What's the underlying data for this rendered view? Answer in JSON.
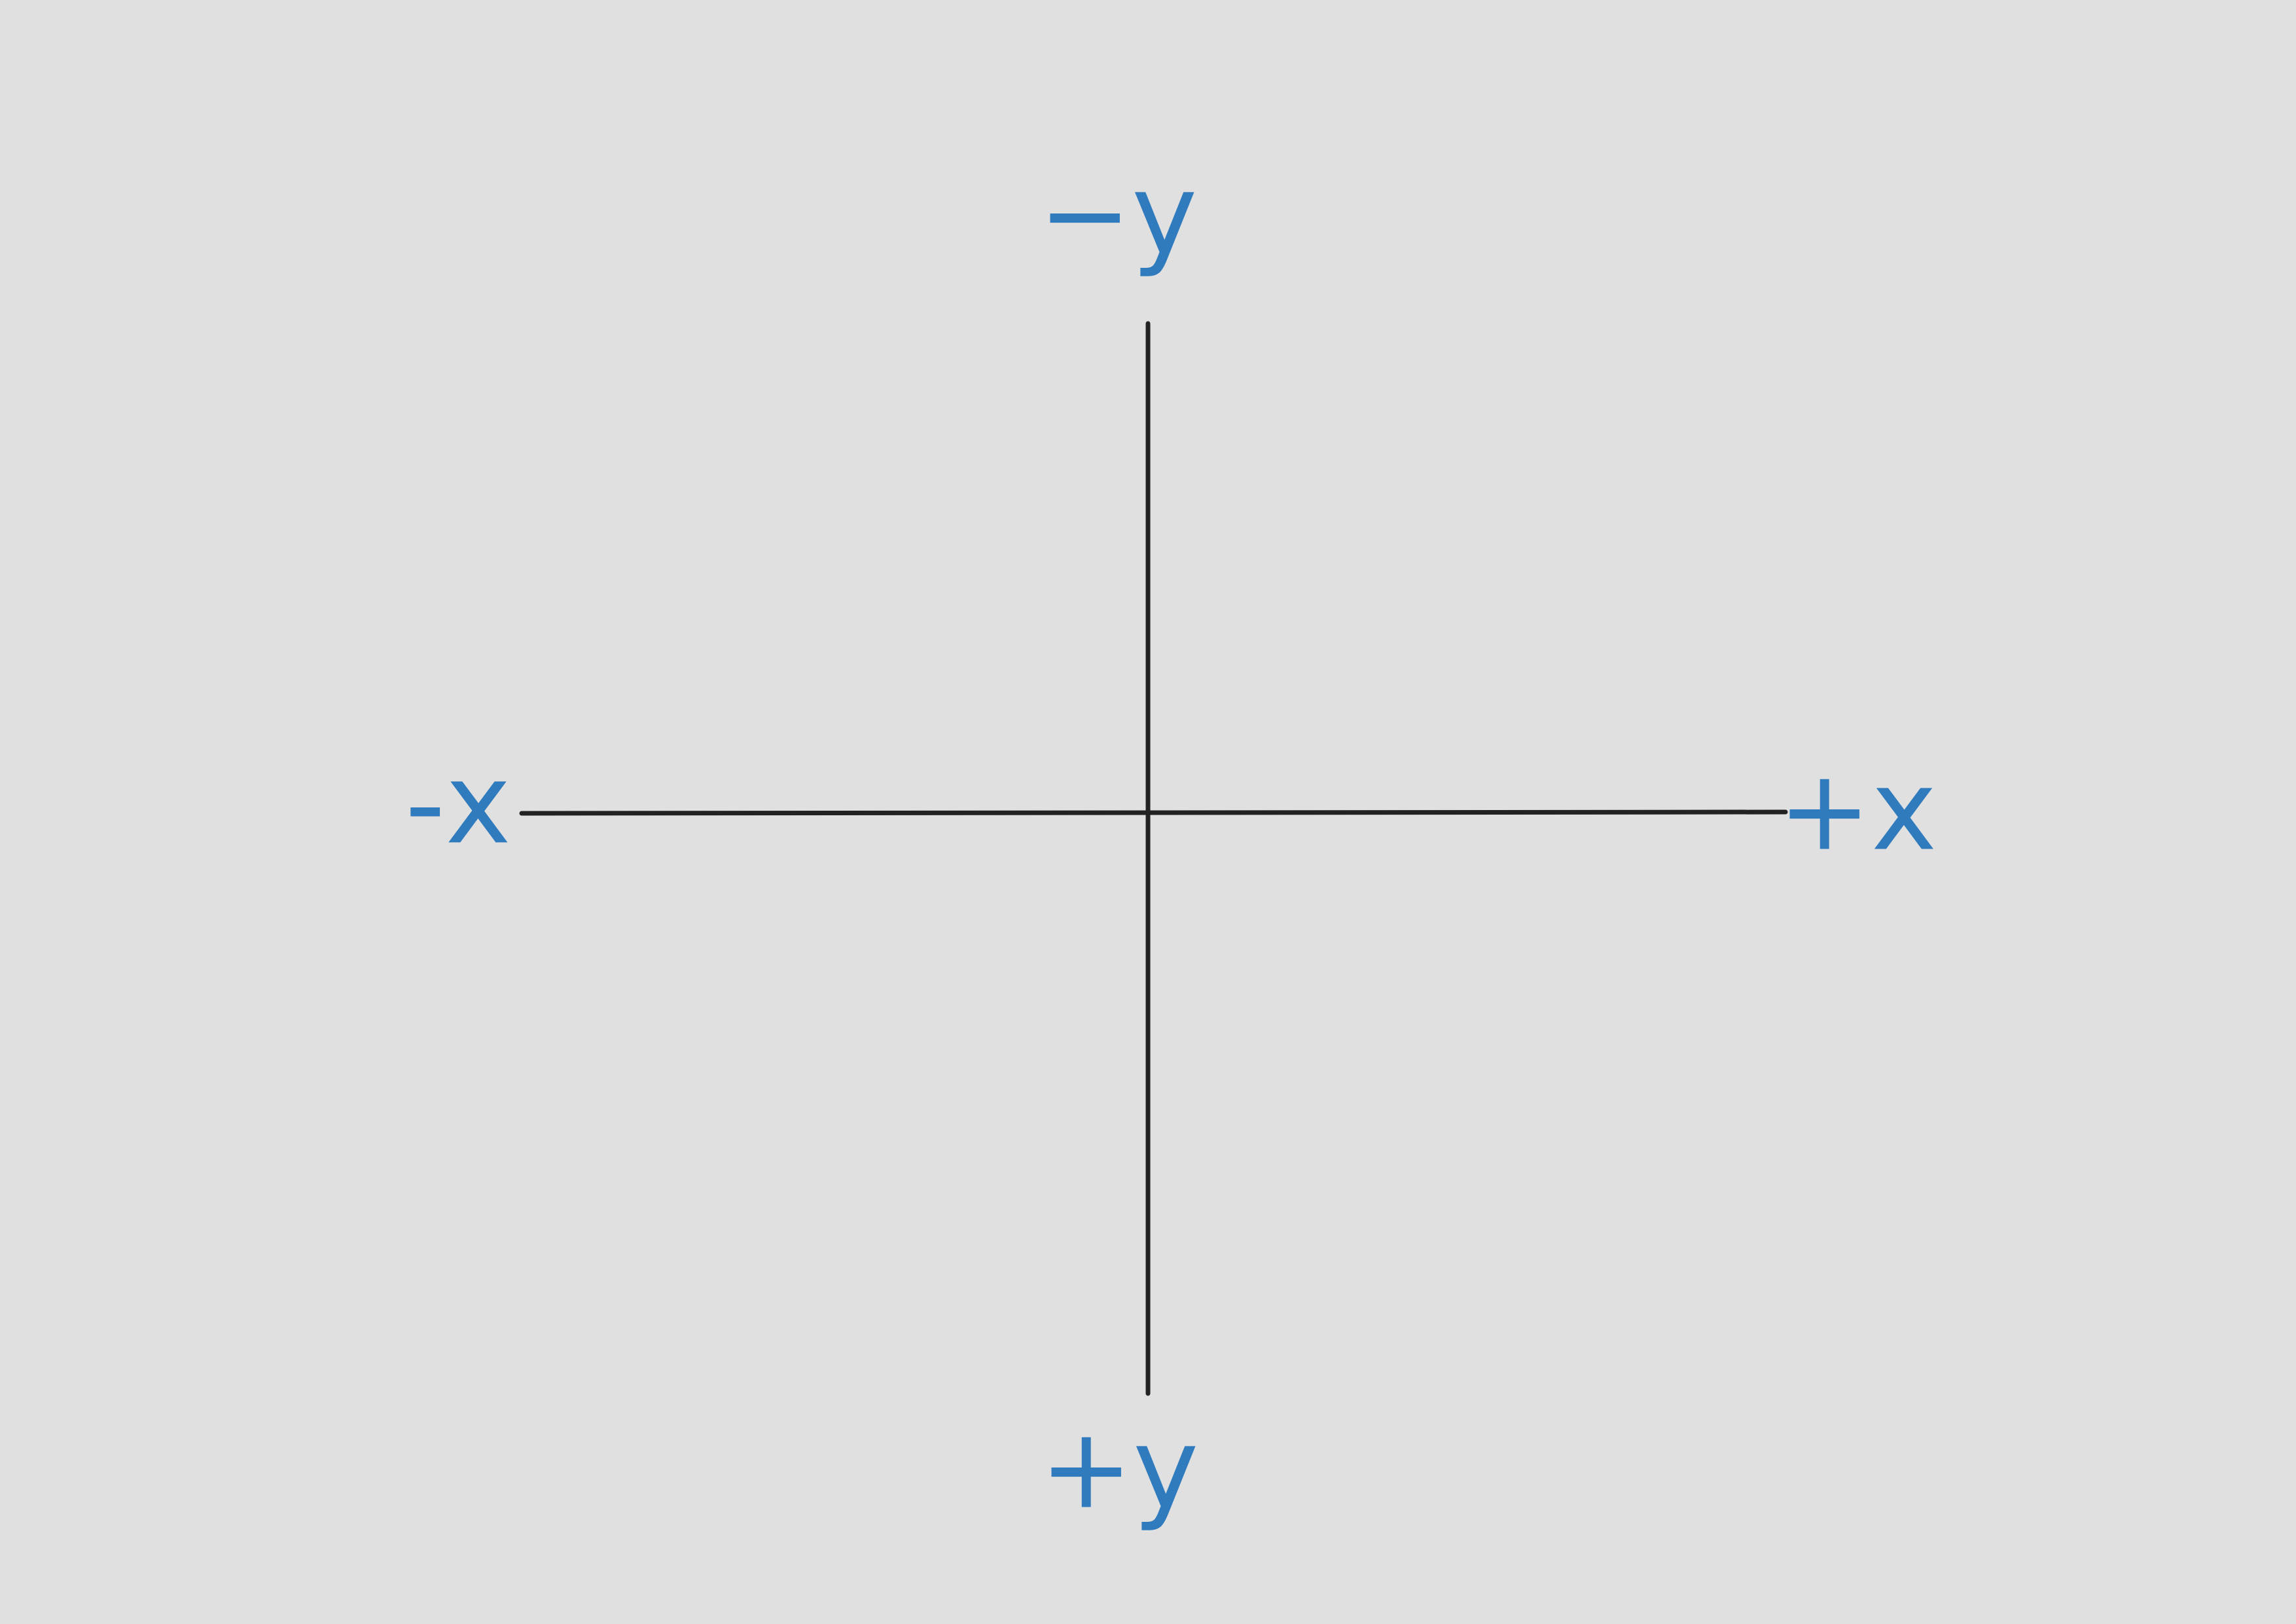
{
  "diagram": {
    "labels": {
      "neg_y": "−y",
      "pos_y": "+y",
      "neg_x": "-x",
      "pos_x": "+x"
    },
    "colors": {
      "background": "#e0e0e0",
      "axis": "#222222",
      "label": "#2f7bbd"
    }
  }
}
